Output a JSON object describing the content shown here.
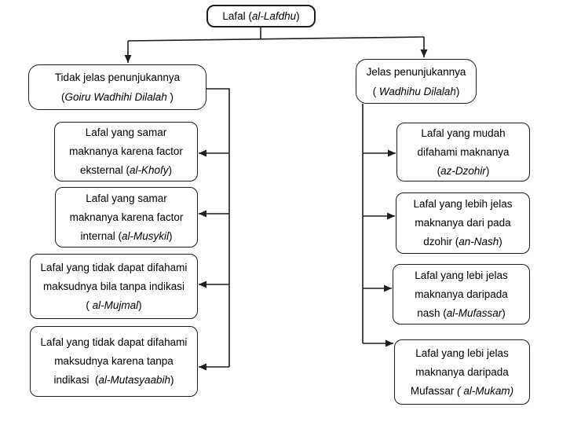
{
  "colors": {
    "background": "#ffffff",
    "line": "#1f1f1f",
    "border": "#1c1c1c",
    "text": "#000000"
  },
  "nodes": {
    "root": {
      "lines": [
        {
          "pre": "Lafal (",
          "it": "al-Lafdhu",
          "post": ")"
        }
      ]
    },
    "left_header": {
      "lines": [
        {
          "pre": "Tidak jelas penunjukannya",
          "it": "",
          "post": ""
        },
        {
          "pre": "(",
          "it": "Goiru Wadhihi Dilalah ",
          "post": ")"
        }
      ]
    },
    "right_header": {
      "lines": [
        {
          "pre": "Jelas penunjukannya",
          "it": "",
          "post": ""
        },
        {
          "pre": "( ",
          "it": "Wadhihu Dilalah",
          "post": ")"
        }
      ]
    },
    "left_children": [
      {
        "lines": [
          {
            "pre": "Lafal yang samar",
            "it": "",
            "post": ""
          },
          {
            "pre": "maknanya karena factor",
            "it": "",
            "post": ""
          },
          {
            "pre": "eksternal (",
            "it": "al-Khofy",
            "post": ")"
          }
        ]
      },
      {
        "lines": [
          {
            "pre": "Lafal yang samar",
            "it": "",
            "post": ""
          },
          {
            "pre": "maknanya karena factor",
            "it": "",
            "post": ""
          },
          {
            "pre": "internal (",
            "it": "al-Musykil",
            "post": ")"
          }
        ]
      },
      {
        "lines": [
          {
            "pre": "Lafal yang tidak dapat difahami",
            "it": "",
            "post": ""
          },
          {
            "pre": "maksudnya bila tanpa indikasi",
            "it": "",
            "post": ""
          },
          {
            "pre": "( ",
            "it": "al-Mujmal",
            "post": ")"
          }
        ]
      },
      {
        "lines": [
          {
            "pre": "Lafal yang tidak dapat difahami",
            "it": "",
            "post": ""
          },
          {
            "pre": "maksudnya karena tanpa",
            "it": "",
            "post": ""
          },
          {
            "pre": "indikasi  (",
            "it": "al-Mutasyaabih",
            "post": ")"
          }
        ]
      }
    ],
    "right_children": [
      {
        "lines": [
          {
            "pre": "Lafal yang mudah",
            "it": "",
            "post": ""
          },
          {
            "pre": "difahami maknanya",
            "it": "",
            "post": ""
          },
          {
            "pre": "(",
            "it": "az-Dzohir",
            "post": ")"
          }
        ]
      },
      {
        "lines": [
          {
            "pre": "Lafal yang lebih jelas",
            "it": "",
            "post": ""
          },
          {
            "pre": "maknanya dari pada",
            "it": "",
            "post": ""
          },
          {
            "pre": "dzohir (",
            "it": "an-Nash",
            "post": ")"
          }
        ]
      },
      {
        "lines": [
          {
            "pre": "Lafal yang lebi jelas",
            "it": "",
            "post": ""
          },
          {
            "pre": "maknanya daripada",
            "it": "",
            "post": ""
          },
          {
            "pre": "nash (",
            "it": "al-Mufassar",
            "post": ")"
          }
        ]
      },
      {
        "lines": [
          {
            "pre": "Lafal yang lebi jelas",
            "it": "",
            "post": ""
          },
          {
            "pre": "maknanya daripada",
            "it": "",
            "post": ""
          },
          {
            "pre": "Mufassar ",
            "it": "( al-Mukam)",
            "post": ""
          }
        ]
      }
    ]
  }
}
